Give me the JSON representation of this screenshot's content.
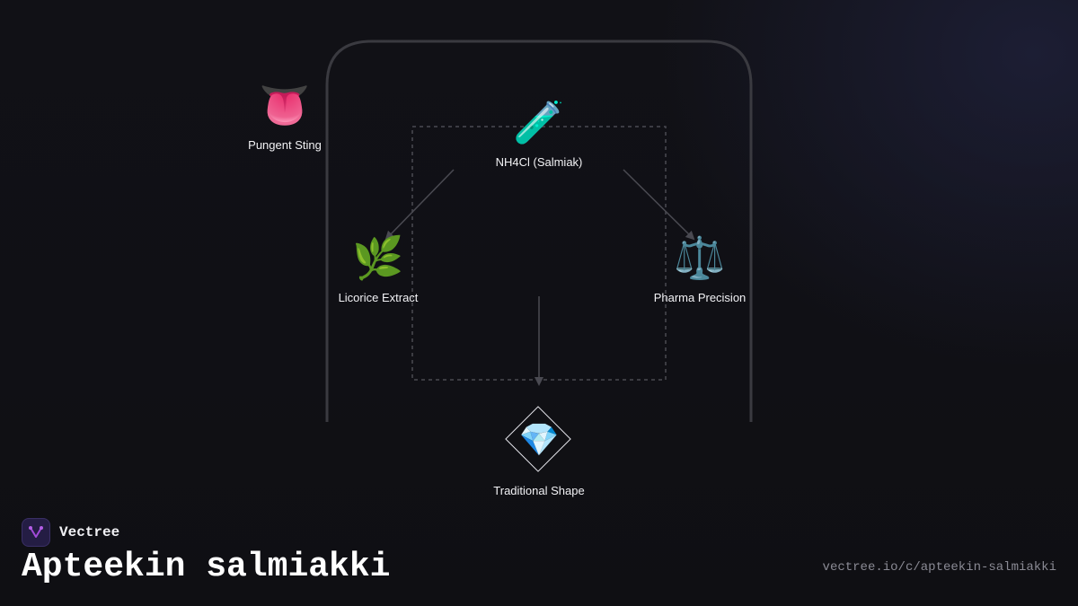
{
  "diagram": {
    "nodes": {
      "pungent": {
        "label": "Pungent Sting",
        "icon": "tongue-icon",
        "glyph": "👅"
      },
      "nh4cl": {
        "label": "NH4Cl (Salmiak)",
        "icon": "test-tube-icon",
        "glyph": "🧪"
      },
      "licorice": {
        "label": "Licorice Extract",
        "icon": "herb-icon",
        "glyph": "🌿"
      },
      "pharma": {
        "label": "Pharma Precision",
        "icon": "balance-scale-icon",
        "glyph": "⚖️"
      },
      "shape": {
        "label": "Traditional Shape",
        "icon": "gem-icon",
        "glyph": "💎"
      }
    },
    "edges": [
      {
        "from": "NH4Cl (Salmiak)",
        "to": "Licorice Extract"
      },
      {
        "from": "NH4Cl (Salmiak)",
        "to": "Pharma Precision"
      },
      {
        "from": "NH4Cl (Salmiak)",
        "to": "Traditional Shape"
      }
    ]
  },
  "brand": {
    "name": "Vectree",
    "logo_icon": "vectree-logo-icon",
    "accent": "#a24bd8"
  },
  "page": {
    "title": "Apteekin salmiakki",
    "url": "vectree.io/c/apteekin-salmiakki"
  }
}
